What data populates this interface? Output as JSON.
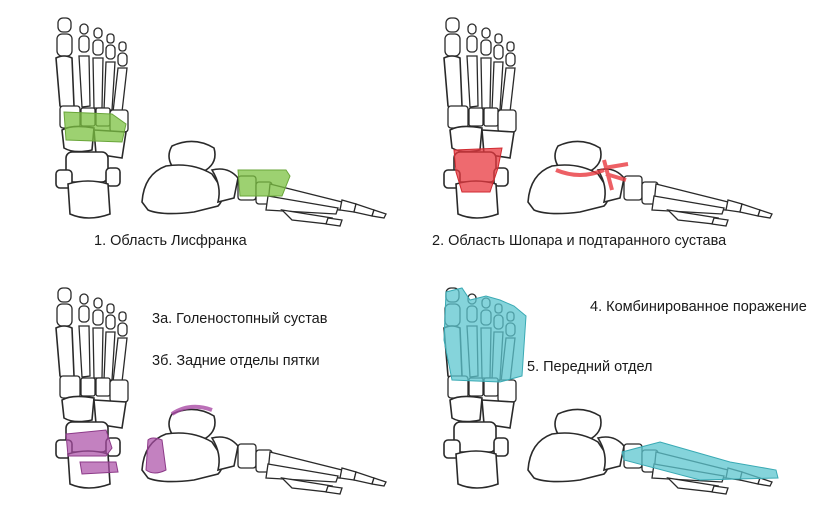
{
  "labels": {
    "region1": "1. Область Лисфранка",
    "region2": "2. Область Шопара и подтаранного сустава",
    "region3a": "3а. Голеностопный сустав",
    "region3b": "3б. Задние отделы пятки",
    "region4": "4. Комбинированное поражение",
    "region5": "5. Передний отдел"
  },
  "caption": "",
  "colors": {
    "region1": "#7cc242",
    "region2": "#e8383f",
    "region3": "#a94ba5",
    "region5": "#5cc6cf",
    "outline": "#2a2a2a"
  }
}
